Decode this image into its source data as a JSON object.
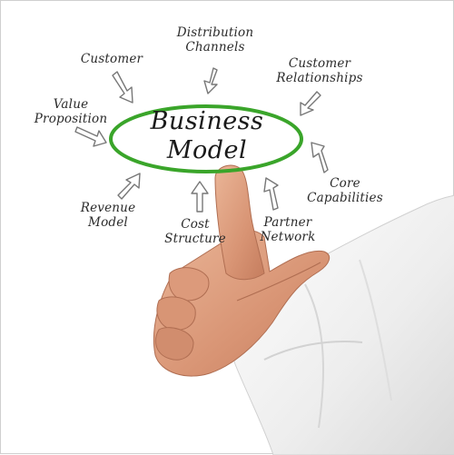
{
  "center": {
    "line1": "Business",
    "line2": "Model"
  },
  "labels": {
    "distribution_1": "Distribution",
    "distribution_2": "Channels",
    "customer": "Customer",
    "customer_rel_1": "Customer",
    "customer_rel_2": "Relationships",
    "value_prop_1": "Value",
    "value_prop_2": "Proposition",
    "core_cap_1": "Core",
    "core_cap_2": "Capabilities",
    "revenue_1": "Revenue",
    "revenue_2": "Model",
    "cost_1": "Cost",
    "cost_2": "Structure",
    "partner_1": "Partner",
    "partner_2": "Network"
  },
  "colors": {
    "ellipse": "#3aa52a",
    "text": "#2a2a2a",
    "arrow_outline": "#777777",
    "sleeve": "#f1f1f1",
    "skin": "#e0a384"
  }
}
